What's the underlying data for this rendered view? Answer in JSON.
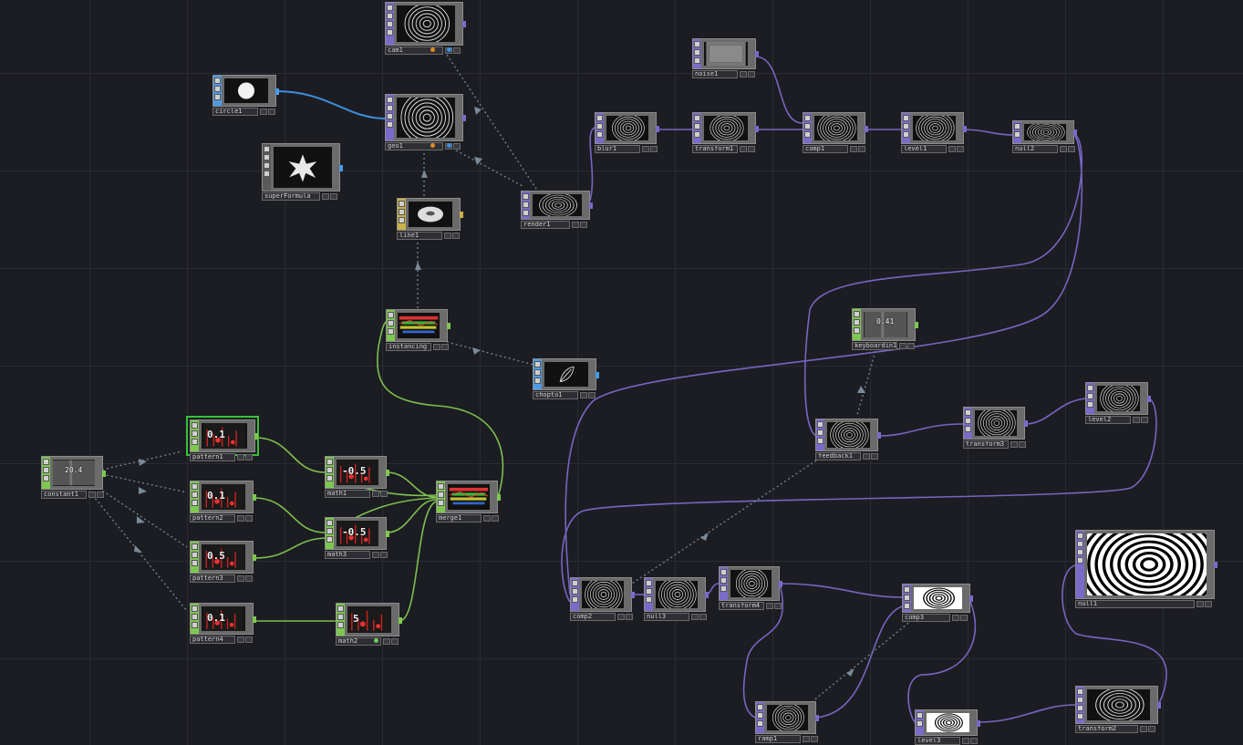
{
  "colors": {
    "top": "#7a6bc9",
    "sop": "#4c9be6",
    "chop": "#7ec850",
    "mat": "#c9b24a",
    "wire_top": "#7b6ac9",
    "wire_sop": "#3d8fe0",
    "wire_chop": "#7fbf4f",
    "wire_ref": "#6f8190"
  },
  "nodes": {
    "cam1": {
      "label": "cam1"
    },
    "circle1": {
      "label": "circle1"
    },
    "geo1": {
      "label": "geo1"
    },
    "superformula": {
      "label": "superFormula"
    },
    "line1": {
      "label": "line1"
    },
    "render1": {
      "label": "render1"
    },
    "noise1": {
      "label": "noise1"
    },
    "blur1": {
      "label": "blur1"
    },
    "transform1": {
      "label": "transform1"
    },
    "comp1": {
      "label": "comp1"
    },
    "level1": {
      "label": "level1"
    },
    "null2": {
      "label": "null2"
    },
    "instancing": {
      "label": "instancing"
    },
    "chopto1": {
      "label": "chopto1"
    },
    "keyboardin1": {
      "label": "keyboardin1",
      "value": "0.41"
    },
    "feedback1": {
      "label": "feedback1"
    },
    "transform3": {
      "label": "transform3"
    },
    "level2": {
      "label": "level2"
    },
    "constant1": {
      "label": "constant1",
      "value": "20.4"
    },
    "pattern1": {
      "label": "pattern1",
      "value": "0.1"
    },
    "pattern2": {
      "label": "pattern2",
      "value": "0.1"
    },
    "pattern3": {
      "label": "pattern3",
      "value": "0.5"
    },
    "pattern4": {
      "label": "pattern4",
      "value": "0.1"
    },
    "math1": {
      "label": "math1",
      "value": "-0.5"
    },
    "math3": {
      "label": "math3",
      "value": "-0.5"
    },
    "math2": {
      "label": "math2",
      "value": "5"
    },
    "merge1": {
      "label": "merge1"
    },
    "comp2": {
      "label": "comp2"
    },
    "null3": {
      "label": "null3"
    },
    "transform4": {
      "label": "transform4"
    },
    "comp3": {
      "label": "comp3"
    },
    "null1": {
      "label": "null1"
    },
    "ramp1": {
      "label": "ramp1"
    },
    "level3": {
      "label": "level3"
    },
    "transform2": {
      "label": "transform2"
    }
  }
}
